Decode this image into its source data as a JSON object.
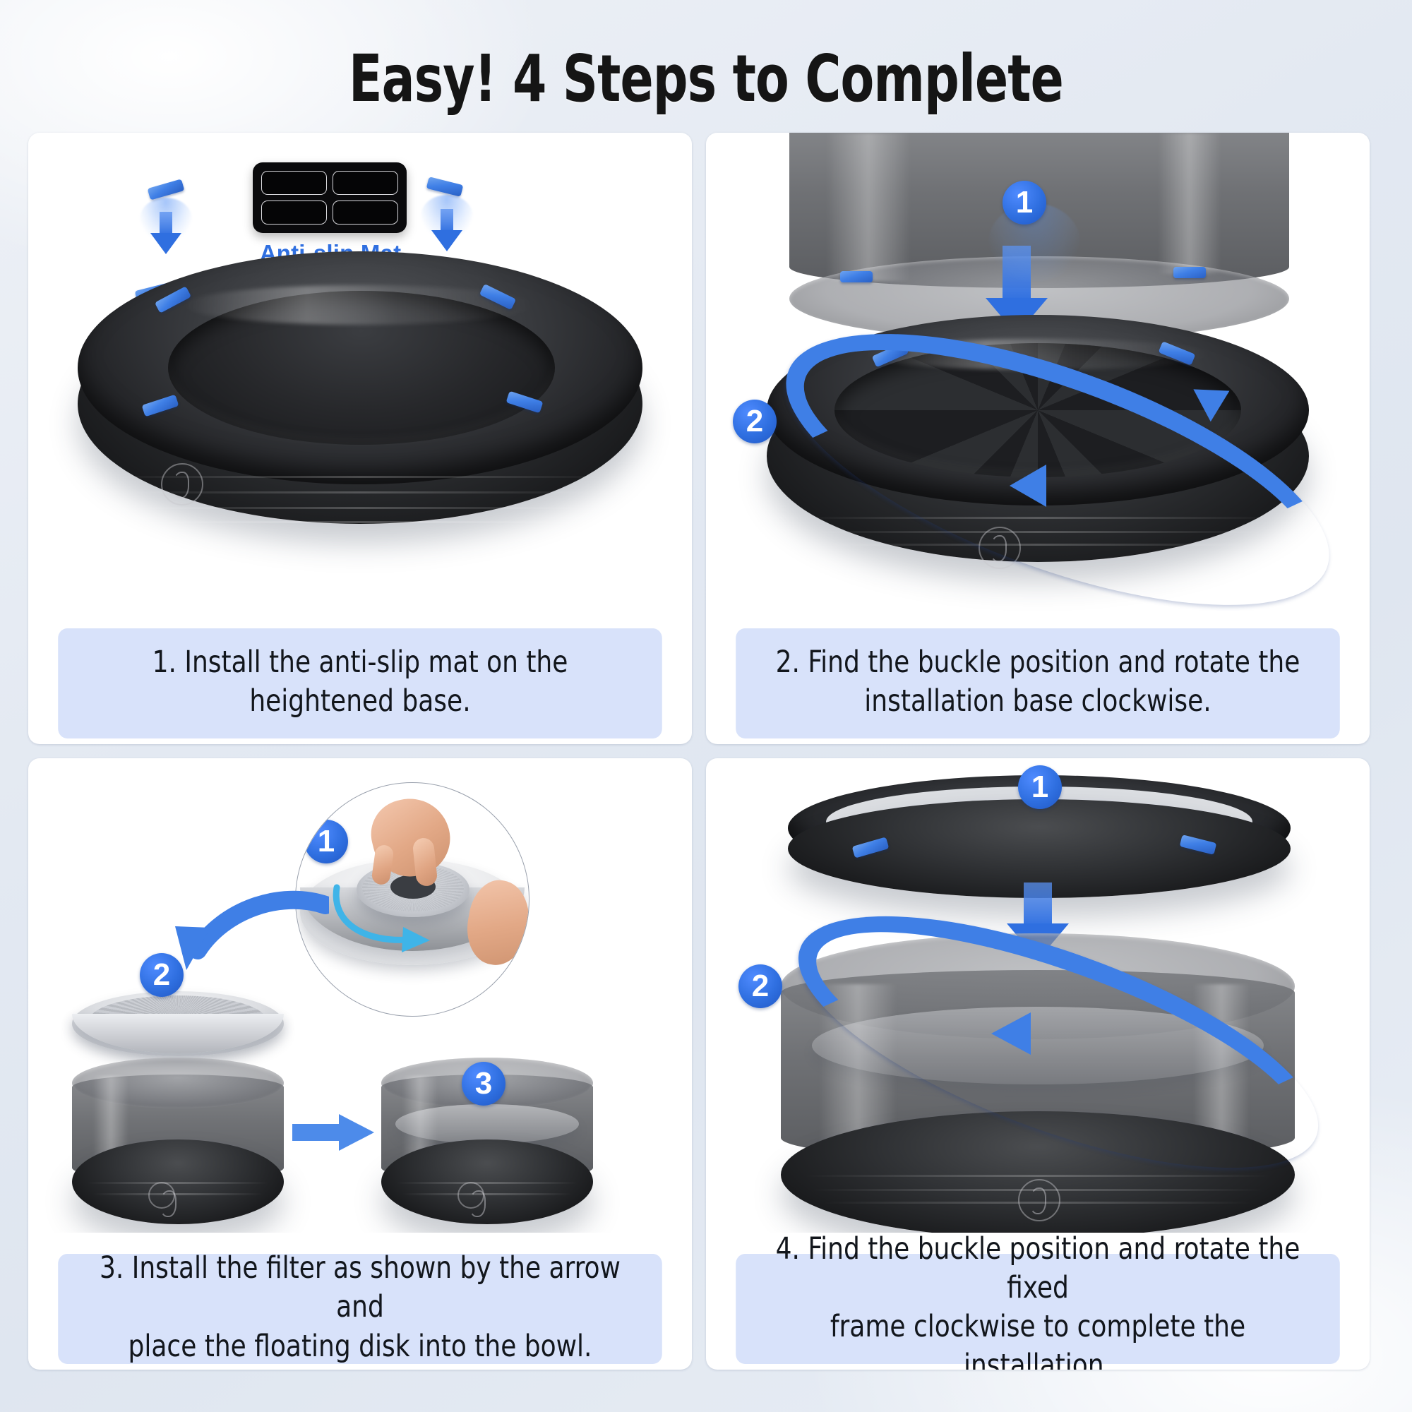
{
  "title": "Easy! 4 Steps to Complete",
  "accent_color": "#2f6fe0",
  "caption_bg": "#d8e2fa",
  "panels": [
    {
      "id": "step-1",
      "caption_line1": "1. Install the anti-slip mat on the",
      "caption_line2": "heightened base.",
      "label_mat": "Anti-slip Mat",
      "badges": []
    },
    {
      "id": "step-2",
      "caption_line1": "2. Find the buckle position and rotate the",
      "caption_line2": "installation base clockwise.",
      "badges": [
        "1",
        "2"
      ]
    },
    {
      "id": "step-3",
      "caption_line1": "3. Install the filter as shown by the arrow and",
      "caption_line2": "place the floating disk into the bowl.",
      "badges": [
        "1",
        "2",
        "3"
      ]
    },
    {
      "id": "step-4",
      "caption_line1": "4. Find the buckle position and rotate the fixed",
      "caption_line2": "frame clockwise to complete the installation.",
      "badges": [
        "1",
        "2"
      ]
    }
  ]
}
